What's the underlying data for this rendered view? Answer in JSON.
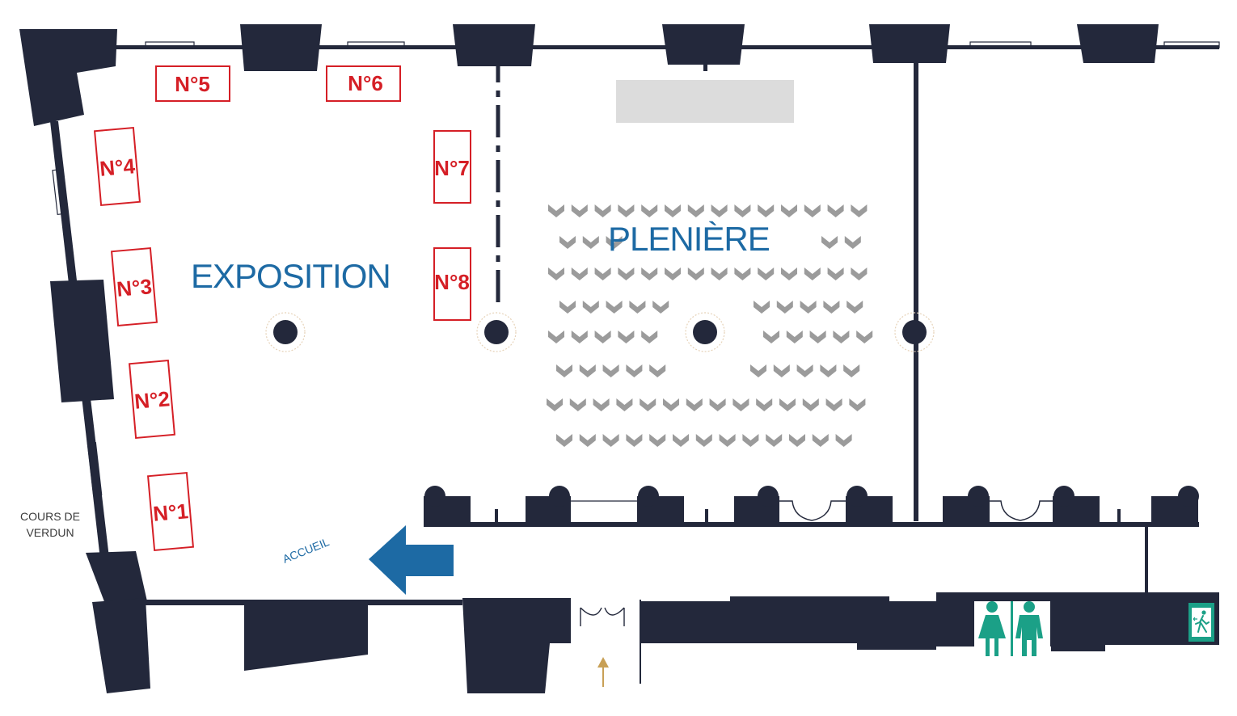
{
  "rooms": {
    "exposition": "EXPOSITION",
    "pleniere": "PLENIÈRE"
  },
  "stands": [
    {
      "label": "N°1"
    },
    {
      "label": "N°2"
    },
    {
      "label": "N°3"
    },
    {
      "label": "N°4"
    },
    {
      "label": "N°5"
    },
    {
      "label": "N°6"
    },
    {
      "label": "N°7"
    },
    {
      "label": "N°8"
    }
  ],
  "street": {
    "line1": "COURS DE",
    "line2": "VERDUN"
  },
  "entrance": {
    "label": "ACCUEIL"
  },
  "icons": {
    "entrance_arrow": "arrow-left-icon",
    "restrooms": "restroom-icon",
    "emergency_exit": "emergency-exit-icon",
    "access_arrow": "arrow-up-icon"
  },
  "colors": {
    "walls": "#23283b",
    "stands": "#d51f26",
    "room_labels": "#1d6aa4",
    "seats": "#9b9b9b",
    "restroom": "#1ba087",
    "stage": "#dcdcdc",
    "access_arrow": "#c8a056"
  }
}
